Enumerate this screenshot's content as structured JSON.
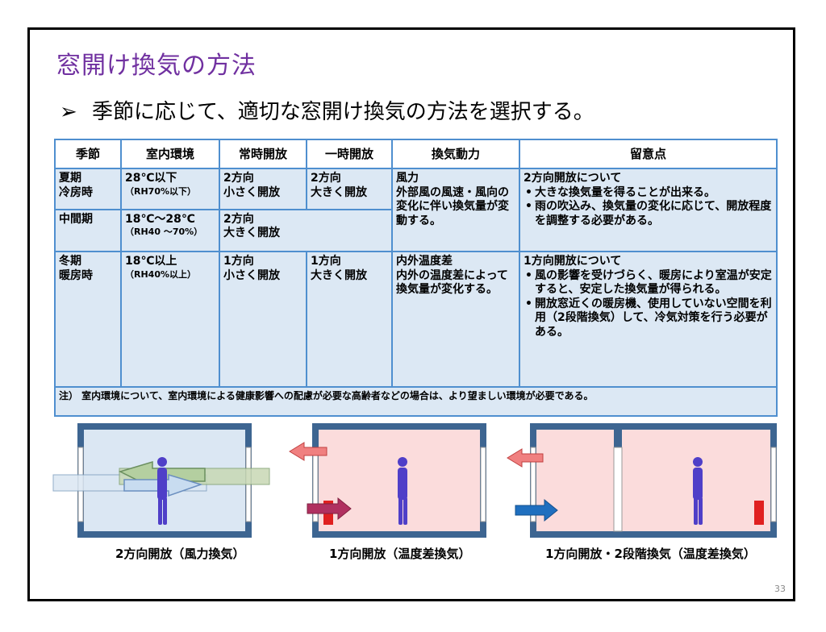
{
  "slide": {
    "title": "窓開け換気の方法",
    "bullet": "季節に応じて、適切な窓開け換気の方法を選択する。",
    "page_number": "33"
  },
  "table": {
    "headers": [
      "季節",
      "室内環境",
      "常時開放",
      "一時開放",
      "換気動力",
      "留意点"
    ],
    "summer": {
      "season": [
        "夏期",
        "冷房時"
      ],
      "env": "28℃以下",
      "env_sub": "（RH70%以下）",
      "constant": [
        "2方向",
        "小さく開放"
      ],
      "temporary": [
        "2方向",
        "大きく開放"
      ]
    },
    "middle": {
      "season": "中間期",
      "env": "18℃～28℃",
      "env_sub": "（RH40 ～70%）",
      "open": [
        "2方向",
        "大きく開放"
      ]
    },
    "wind": {
      "title": "風力",
      "text": "外部風の風速・風向の変化に伴い換気量が変動する。"
    },
    "two_way_note": {
      "heading": "2方向開放について",
      "points": [
        "大きな換気量を得ることが出来る。",
        "雨の吹込み、換気量の変化に応じて、開放程度を調整する必要がある。"
      ]
    },
    "winter": {
      "season": [
        "冬期",
        "暖房時"
      ],
      "env": "18℃以上",
      "env_sub": "（RH40%以上）",
      "constant": [
        "1方向",
        "小さく開放"
      ],
      "temporary": [
        "1方向",
        "大きく開放"
      ],
      "power_title": "内外温度差",
      "power_text": "内外の温度差によって換気量が変化する。"
    },
    "one_way_note": {
      "heading": "1方向開放について",
      "points": [
        "風の影響を受けづらく、暖房により室温が安定すると、安定した換気量が得られる。",
        "開放窓近くの暖房機、使用していない空間を利用（2段階換気）して、冷気対策を行う必要がある。"
      ]
    },
    "note": "注） 室内環境について、室内環境による健康影響への配慮が必要な高齢者などの場合は、より望ましい環境が必要である。"
  },
  "diagrams": {
    "captions": [
      "2方向開放（風力換気）",
      "1方向開放（温度差換気）",
      "1方向開放・2段階換気（温度差換気）"
    ]
  },
  "colors": {
    "title": "#7030a0",
    "table_border": "#4f8fcf",
    "table_fill": "#dce8f4",
    "wall": "#3d6591",
    "cool_room": "#dbe7f3",
    "warm_room": "#fbdcdc",
    "person": "#4f3fc8",
    "heater": "#e02020"
  }
}
